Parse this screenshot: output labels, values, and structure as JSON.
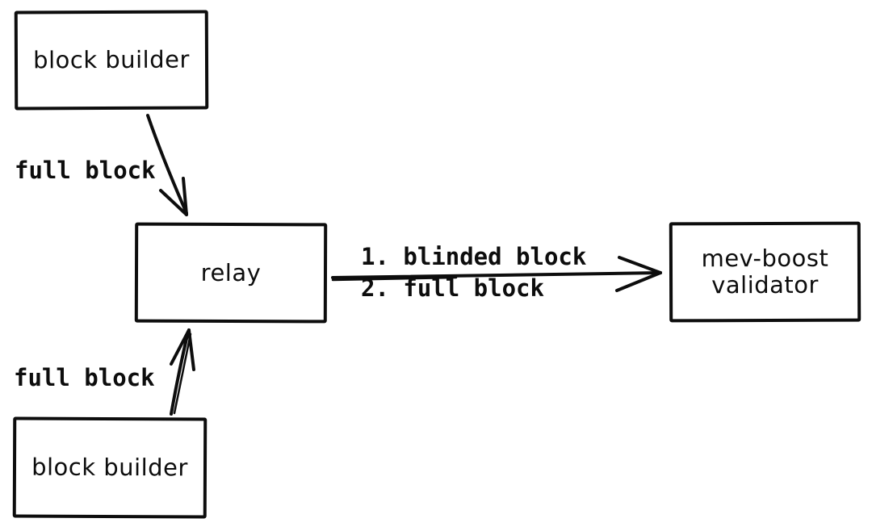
{
  "diagram": {
    "background_color": "#ffffff",
    "stroke_color": "#0d0d0d",
    "style": "hand-drawn sketch",
    "nodes": {
      "block_builder_top": {
        "label": "block builder"
      },
      "relay": {
        "label": "relay"
      },
      "mev_boost_validator": {
        "label_lines": [
          "mev-boost",
          "validator"
        ]
      },
      "block_builder_bottom": {
        "label": "block builder"
      }
    },
    "edges": {
      "top_builder_to_relay": {
        "label": "full block"
      },
      "bottom_builder_to_relay": {
        "label": "full block"
      },
      "relay_to_validator": {
        "labels": [
          "1. blinded block",
          "2. full block"
        ]
      }
    }
  }
}
